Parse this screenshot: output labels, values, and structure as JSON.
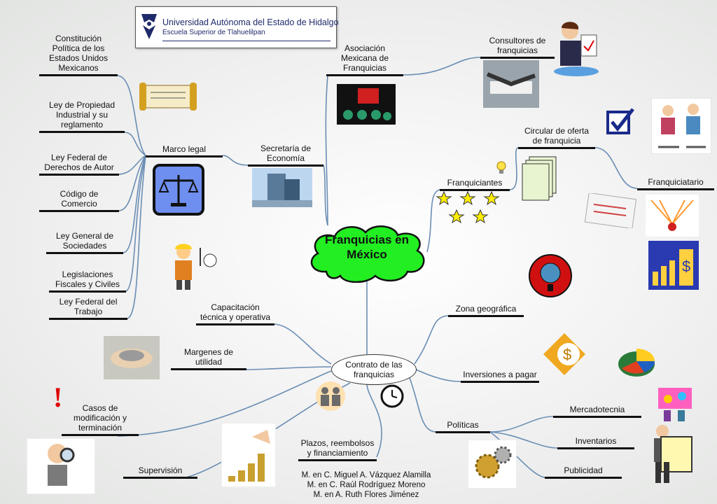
{
  "header": {
    "university": "Universidad Autónoma del Estado de Hidalgo",
    "school": "Escuela Superior de Tlahuelilpan"
  },
  "central_topic": {
    "line1": "Franquicias en",
    "line2": "México"
  },
  "contract_node": {
    "line1": "Contrato de las",
    "line2": "franquicias"
  },
  "nodes": {
    "secretaria": [
      "Secretaría de",
      "Economía"
    ],
    "marco_legal": [
      "Marco legal"
    ],
    "constitucion": [
      "Constitución",
      "Política de los",
      "Estados Unidos",
      "Mexicanos"
    ],
    "ley_propiedad": [
      "Ley de Propiedad",
      "Industrial y su",
      "reglamento"
    ],
    "ley_autor": [
      "Ley Federal de",
      "Derechos de Autor"
    ],
    "codigo_comercio": [
      "Código de",
      "Comercio"
    ],
    "ley_sociedades": [
      "Ley General de",
      "Sociedades"
    ],
    "legislaciones": [
      "Legislaciones",
      "Fiscales y Civiles"
    ],
    "ley_trabajo": [
      "Ley Federal del",
      "Trabajo"
    ],
    "asociacion": [
      "Asociación",
      "Mexicana de",
      "Franquicias"
    ],
    "consultores": [
      "Consultores de",
      "franquicias"
    ],
    "franquiciantes": [
      "Franquiciantes"
    ],
    "circular": [
      "Circular de oferta",
      "de franquicia"
    ],
    "franquiciatario": [
      "Franquiciatario"
    ],
    "zona": [
      "Zona geográfica"
    ],
    "inversiones": [
      "Inversiones a pagar"
    ],
    "politicas": [
      "Políticas"
    ],
    "mercadotecnia": [
      "Mercadotecnia"
    ],
    "inventarios": [
      "Inventarios"
    ],
    "publicidad": [
      "Publicidad"
    ],
    "capacitacion": [
      "Capacitación",
      "técnica y operativa"
    ],
    "margenes": [
      "Margenes de",
      "utilidad"
    ],
    "casos": [
      "Casos de",
      "modificación y",
      "terminación"
    ],
    "supervision": [
      "Supervisión"
    ],
    "plazos": [
      "Plazos, reembolsos",
      "y financiamiento"
    ]
  },
  "authors": [
    "M. en C. Miguel A. Vázquez Alamilla",
    "M. en C. Raúl Rodríguez Moreno",
    "M. en A. Ruth Flores Jiménez"
  ],
  "icons": {
    "scroll": "scroll-icon",
    "scales": "scales-of-justice-icon",
    "building": "building-icon",
    "presentation": "presentation-icon",
    "handshake": "handshake-icon",
    "consultant": "consultant-icon",
    "meeting": "meeting-icon",
    "checkbox": "checkbox-icon",
    "documents": "documents-icon",
    "stars": "stars-icon",
    "globe": "globe-icon",
    "dollar": "dollar-icon",
    "pie": "pie-chart-icon",
    "clock": "clock-icon",
    "money": "money-icon",
    "coins": "coins-icon",
    "gears": "gears-icon",
    "detective": "detective-icon",
    "worker": "worker-icon",
    "flag": "flag-icon"
  },
  "colors": {
    "cloud": "#22ee22",
    "connector": "#6a8db4",
    "node_rule": "#111111",
    "stars": "#ffee00"
  }
}
